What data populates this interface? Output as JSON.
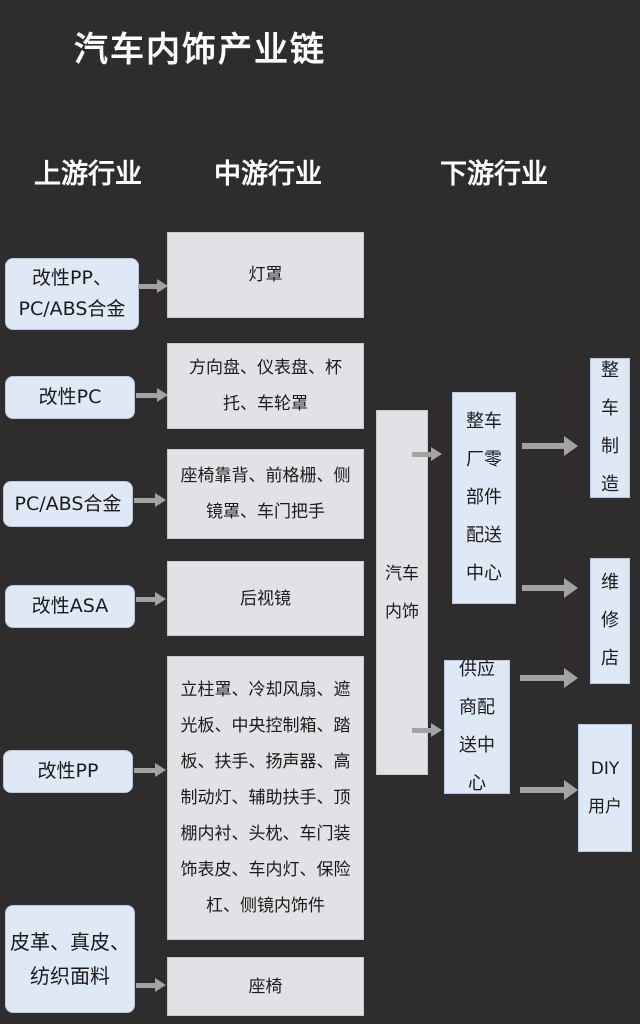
{
  "title": "汽车内饰产业链",
  "columns": {
    "upstream": "上游行业",
    "midstream": "中游行业",
    "downstream": "下游行业"
  },
  "upstream": [
    "改性PP、PC/ABS合金",
    "改性PC",
    "PC/ABS合金",
    "改性ASA",
    "改性PP",
    "皮革、真皮、纺织面料"
  ],
  "midstream": [
    "灯罩",
    "方向盘、仪表盘、杯托、车轮罩",
    "座椅靠背、前格栅、侧镜罩、车门把手",
    "后视镜",
    "立柱罩、冷却风扇、遮光板、中央控制箱、踏板、扶手、扬声器、高制动灯、辅助扶手、顶棚内衬、头枕、车门装饰表皮、车内灯、保险杠、侧镜内饰件",
    "座椅"
  ],
  "center": "汽车内饰",
  "distribution": [
    "整车厂零部件配送中心",
    "供应商配送中心"
  ],
  "endpoints": [
    "整车制造",
    "维修店",
    "DIY用户"
  ]
}
